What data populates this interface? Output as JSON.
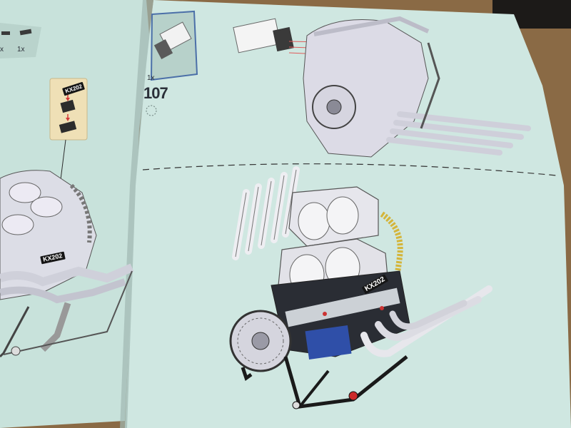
{
  "scene": {
    "description_colors": {
      "page_left": "#c9e3dc",
      "page_right": "#cde6e0",
      "cardboard": "#8a6a45",
      "callout_bg": "#efe0b6",
      "dark_box": "#1a1d22"
    },
    "left_page": {
      "parts_list_quantities": [
        "x",
        "1x"
      ],
      "callout_part_code": "KX202",
      "engine_part_code": "KX202"
    },
    "right_page": {
      "motor_quantity": "1x",
      "step_number": "107",
      "main_engine_part_code": "KX202"
    }
  }
}
